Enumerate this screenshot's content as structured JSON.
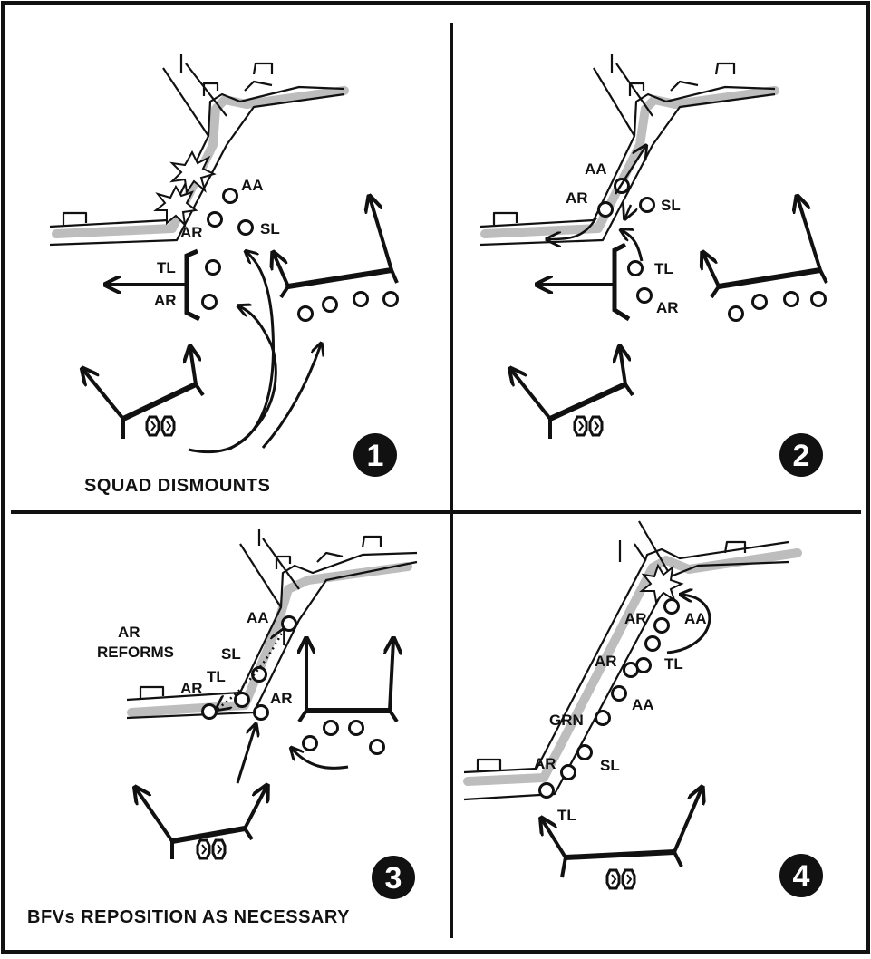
{
  "panels": [
    {
      "number": "1",
      "caption": "SQUAD DISMOUNTS",
      "labels": {
        "aa": "AA",
        "sl": "SL",
        "ar1": "AR",
        "tl": "TL",
        "ar2": "AR"
      }
    },
    {
      "number": "2",
      "caption": "",
      "labels": {
        "aa": "AA",
        "ar1": "AR",
        "sl": "SL",
        "tl": "TL",
        "ar2": "AR"
      }
    },
    {
      "number": "3",
      "caption": "BFVs REPOSITION AS NECESSARY",
      "title": "AR",
      "title2": "REFORMS",
      "labels": {
        "aa": "AA",
        "sl": "SL",
        "tl": "TL",
        "ar1": "AR",
        "ar2": "AR"
      }
    },
    {
      "number": "4",
      "caption": "",
      "labels": {
        "ar1": "AR",
        "aa1": "AA",
        "ar2": "AR",
        "tl1": "TL",
        "aa2": "AA",
        "grn": "GRN",
        "ar3": "AR",
        "sl": "SL",
        "tl2": "TL"
      }
    }
  ],
  "colors": {
    "ink": "#111111",
    "shadow": "#bdbdbd",
    "background": "#ffffff"
  }
}
